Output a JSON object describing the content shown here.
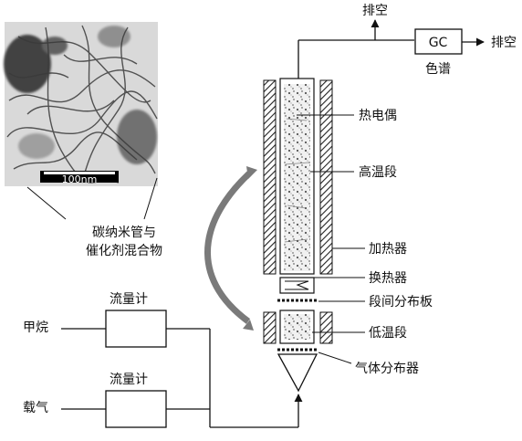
{
  "micrograph": {
    "scale_bar": "100nm",
    "caption_line1": "碳纳米管与",
    "caption_line2": "催化剂混合物"
  },
  "exhaust": {
    "top_label": "排空",
    "right_label": "排空",
    "gc_box": "GC",
    "gc_caption": "色谱"
  },
  "reactor_labels": {
    "thermocouple": "热电偶",
    "high_temp": "高温段",
    "heater": "加热器",
    "heat_exchanger": "换热器",
    "distributor_plate": "段间分布板",
    "low_temp": "低温段",
    "gas_distributor": "气体分布器"
  },
  "feed": {
    "flowmeter1": "流量计",
    "methane": "甲烷",
    "flowmeter2": "流量计",
    "carrier": "载气"
  },
  "colors": {
    "line": "#111111",
    "arrow": "#7a7a7a",
    "hatch": "#222222"
  }
}
